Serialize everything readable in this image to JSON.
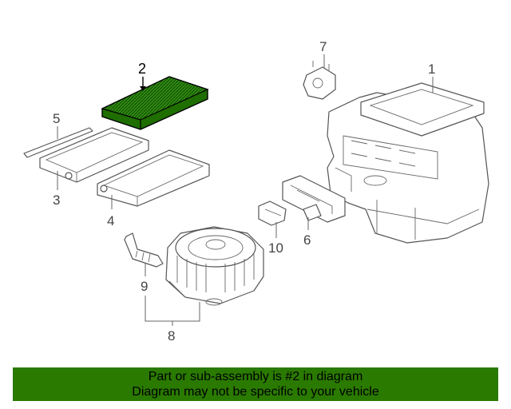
{
  "diagram": {
    "highlight_color": "#2a7a00",
    "callouts": [
      {
        "id": "1",
        "label": "1"
      },
      {
        "id": "2",
        "label": "2"
      },
      {
        "id": "3",
        "label": "3"
      },
      {
        "id": "4",
        "label": "4"
      },
      {
        "id": "5",
        "label": "5"
      },
      {
        "id": "6",
        "label": "6"
      },
      {
        "id": "7",
        "label": "7"
      },
      {
        "id": "8",
        "label": "8"
      },
      {
        "id": "9",
        "label": "9"
      },
      {
        "id": "10",
        "label": "10"
      }
    ]
  },
  "banner": {
    "line1": "Part or sub-assembly is #2 in diagram",
    "line2": "Diagram may not be specific to your vehicle",
    "background": "#2a7a00"
  }
}
